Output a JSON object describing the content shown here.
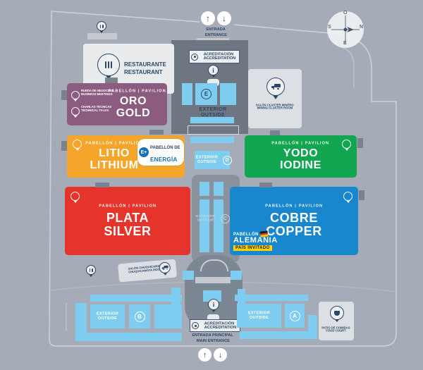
{
  "colors": {
    "background": "#a6acb7",
    "light_blue": "#7ecdf1",
    "navy": "#2a4767",
    "purple": "#8c5c80",
    "orange": "#f5a62a",
    "green": "#12a651",
    "red": "#e5342b",
    "blue": "#1987ce",
    "yellow": "#fdd400",
    "energy_blue": "#1470b8"
  },
  "compass": {
    "top": "O",
    "right": "N",
    "bottom": "E",
    "left": "S"
  },
  "entrance_top": {
    "line1": "ENTRADA",
    "line2": "ENTRANCE"
  },
  "main_entrance": {
    "line1": "ENTRADA PRINCIPAL",
    "line2": "MAIN ENTRANCE"
  },
  "accreditation": {
    "line1": "ACREDITACIÓN",
    "line2": "ACCREDITATION"
  },
  "restaurant": {
    "line1": "RESTAURANTE",
    "line2": "RESTAURANT"
  },
  "cluster_room": {
    "line1": "SALÓN CLUSTER MINERO",
    "line2": "MINING CLUSTER ROOM"
  },
  "chuquicamata_room": {
    "line1": "SALÓN CHUQUICAMATA",
    "line2": "CHUQUICAMATA ROOM"
  },
  "food_court": {
    "line1": "PATIO DE COMIDAS",
    "line2": "FOOD COURT"
  },
  "exterior": {
    "line1": "EXTERIOR",
    "line2": "OUTSIDE"
  },
  "zones": {
    "a": "A",
    "b": "B",
    "c": "C",
    "d": "D",
    "e": "E"
  },
  "pavilions": [
    {
      "label": "PABELLÓN | PAVILION",
      "name_es": "ORO",
      "name_en": "GOLD",
      "color": "#8c5c80"
    },
    {
      "label": "PABELLÓN | PAVILION",
      "name_es": "LITIO",
      "name_en": "LITHIUM",
      "color": "#f5a62a"
    },
    {
      "label": "PABELLÓN | PAVILION",
      "name_es": "YODO",
      "name_en": "IODINE",
      "color": "#12a651"
    },
    {
      "label": "PABELLÓN | PAVILION",
      "name_es": "PLATA",
      "name_en": "SILVER",
      "color": "#e5342b"
    },
    {
      "label": "PABELLÓN | PAVILION",
      "name_es": "COBRE",
      "name_en": "COPPER",
      "color": "#1987ce"
    }
  ],
  "oro_side_labels": [
    {
      "line1": "RUEDA DE NEGOCIOS",
      "line2": "BUSINESS MEETINGS"
    },
    {
      "line1": "CHARLAS TÉCNICAS",
      "line2": "TECHNICAL TALKS"
    }
  ],
  "energy_badge": {
    "circle": "E+",
    "line1": "PABELLÓN DE",
    "line2": "ENERGÍA"
  },
  "germany_badge": {
    "line1": "PABELLÓN",
    "line2": "ALEMANIA",
    "line3": "PAÍS INVITADO"
  },
  "arrows": {
    "up": "↑",
    "down": "↓"
  }
}
